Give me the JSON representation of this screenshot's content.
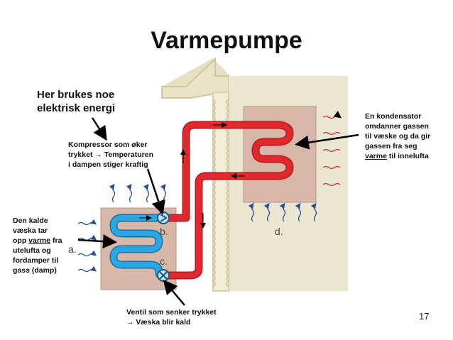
{
  "slide": {
    "title": "Varmepumpe",
    "page_number": "17"
  },
  "notes": {
    "energy_1": "Her brukes noe",
    "energy_2": "elektrisk energi",
    "compressor_1": "Kompressor som øker",
    "compressor_2": "trykket → Temperaturen",
    "compressor_3": "i dampen stiger kraftig",
    "condenser_1": "En kondensator",
    "condenser_2": "omdanner gassen",
    "condenser_3": "til væske og da gir",
    "condenser_4": "gassen fra seg",
    "condenser_5_under": "varme",
    "condenser_5_rest": " til innelufta",
    "evaporator_1": "Den kalde",
    "evaporator_2": "væska tar",
    "evaporator_3_pre": "opp ",
    "evaporator_3_under": "varme",
    "evaporator_3_post": " fra",
    "evaporator_4": "utelufta og",
    "evaporator_5": "fordamper til",
    "evaporator_6": "gass (damp)",
    "valve_1": "Ventil som senker trykket",
    "valve_2": "→ Væska blir kald"
  },
  "labels": {
    "a": "a.",
    "b": "b.",
    "c": "c.",
    "d": "d."
  },
  "colors": {
    "hot": "#d8232a",
    "cold": "#2aa7e0",
    "box": "#d7b7a8",
    "wall": "#e8e2c6"
  }
}
